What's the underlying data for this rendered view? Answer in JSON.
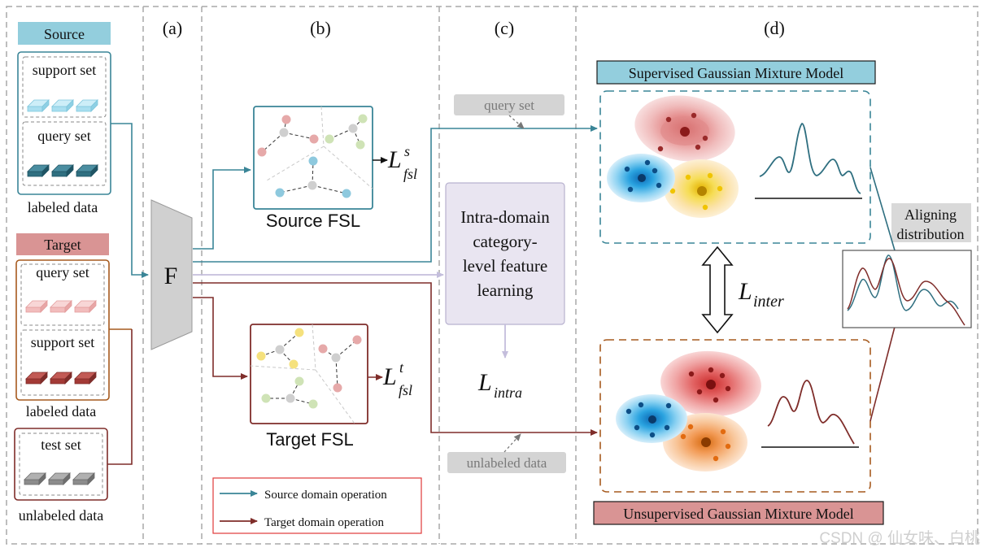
{
  "panels": {
    "a": "(a)",
    "b": "(b)",
    "c": "(c)",
    "d": "(d)"
  },
  "left": {
    "source_label": "Source",
    "source_support": "support set",
    "source_query": "query set",
    "source_caption": "labeled data",
    "target_label": "Target",
    "target_query": "query set",
    "target_support": "support set",
    "target_caption": "labeled data",
    "test_label": "test set",
    "test_caption": "unlabeled data"
  },
  "extractor": {
    "label": "F"
  },
  "fsl": {
    "source_title": "Source FSL",
    "target_title": "Target FSL",
    "loss_symbol": "L",
    "source_sup": "s",
    "target_sup": "t",
    "sub": "fsl"
  },
  "intra": {
    "line1": "Intra-domain",
    "line2": "category-",
    "line3": "level feature",
    "line4": "learning",
    "loss_symbol": "L",
    "loss_sub": "intra",
    "query_tag": "query set",
    "unlabeled_tag": "unlabeled data"
  },
  "gmm": {
    "supervised_title": "Supervised Gaussian Mixture Model",
    "unsupervised_title": "Unsupervised Gaussian Mixture Model",
    "inter_symbol": "L",
    "inter_sub": "inter",
    "align_line1": "Aligning",
    "align_line2": "distribution"
  },
  "legend": {
    "source_op": "Source domain operation",
    "target_op": "Target domain operation"
  },
  "watermark": "CSDN @ 仙女味、白桃",
  "colors": {
    "source": "#3a8597",
    "target": "#7f2d2a",
    "source_label_bg": "#93cedd",
    "target_label_bg": "#d99494",
    "intra_bg": "#e9e5f1",
    "intra_border": "#b8b2cf",
    "tag_bg": "#d4d4d4",
    "legend_border": "#e03a3a"
  },
  "icons": [
    "source-cube-icon",
    "target-cube-icon",
    "test-cube-icon",
    "double-arrow-icon"
  ]
}
